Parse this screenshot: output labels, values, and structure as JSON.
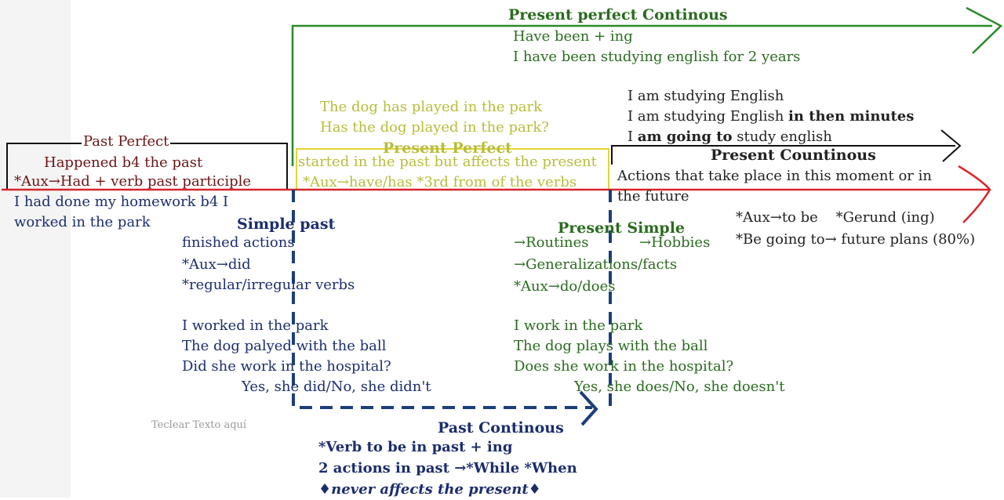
{
  "present_perfect_continuous": {
    "title": "Present perfect Continous",
    "lines": [
      "Have been + ing",
      "I have been studying english for 2 years"
    ]
  },
  "present_continuous": {
    "examples": [
      "I am studying English",
      "I am studying English ",
      "in then minutes",
      "I ",
      "am going to",
      " study english"
    ],
    "title": "Present Countinous",
    "desc": [
      "Actions that take place in this moment or in",
      "the future"
    ],
    "aux": "*Aux→to be    *Gerund (ing)",
    "going": "*Be going to→ future plans (80%)"
  },
  "present_perfect": {
    "examples": [
      "The dog has played in the park",
      "Has the dog played in the park?"
    ],
    "title": "Present Perfect",
    "desc": "started in the past but affects the present",
    "aux": "*Aux→have/has *3rd from of the verbs"
  },
  "past_perfect": {
    "title": "Past Perfect",
    "lines": [
      "Happened b4 the past",
      "*Aux→Had + verb past participle",
      "I had done my homework b4 I",
      "worked in the park"
    ]
  },
  "simple_past": {
    "title": "Simple past",
    "rules": [
      "finished actions",
      "*Aux→did",
      "*regular/irregular verbs"
    ],
    "examples": [
      "I worked in the park",
      "The dog palyed with the ball",
      "Did she work in the hospital?",
      "Yes, she did/No, she didn't"
    ]
  },
  "present_simple": {
    "title": "Present Simple",
    "rules": [
      "→Routines",
      "→Hobbies",
      "→Generalizations/facts",
      "*Aux→do/does"
    ],
    "examples": [
      "I work in the park",
      "The dog plays with the ball",
      "Does she work in the hospital?",
      "Yes, she does/No, she doesn't"
    ]
  },
  "past_continuous": {
    "title": "Past Continous",
    "lines": [
      "*Verb to be in past + ing",
      "2 actions in past →*While *When",
      "♦never affects the present♦"
    ]
  },
  "placeholder": "Teclear Texto aquí",
  "colors": {
    "green": "#2a6b1f",
    "yellow": "#d9cf3a",
    "navy": "#1c2d6e",
    "red": "#d8262b",
    "maroon": "#6b1416"
  }
}
